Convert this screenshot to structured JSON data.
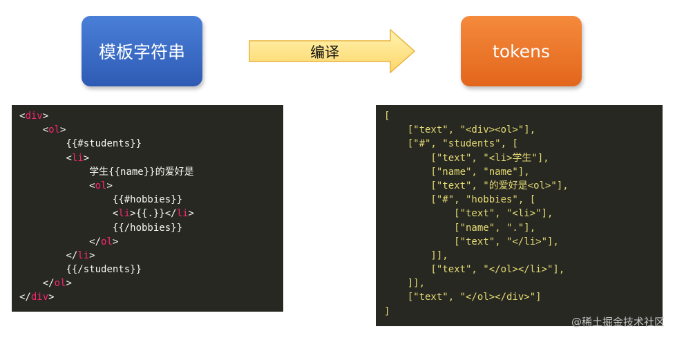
{
  "diagram": {
    "source_box": {
      "label": "模板字符串"
    },
    "target_box": {
      "label": "tokens"
    },
    "arrow": {
      "label": "编译",
      "fill": "#fde48a",
      "stroke": "#e8b23c"
    },
    "colors": {
      "source_box": "#3a6cc6",
      "target_box": "#ec7628",
      "code_background": "#272822",
      "code_tag": "#f92672",
      "code_text": "#f8f8f2",
      "code_string": "#e6db74"
    }
  },
  "template_code": {
    "lines": [
      {
        "indent": "",
        "segments": [
          {
            "text": "<",
            "cls": "plain"
          },
          {
            "text": "div",
            "cls": "tag"
          },
          {
            "text": ">",
            "cls": "plain"
          }
        ]
      },
      {
        "indent": "    ",
        "segments": [
          {
            "text": "<",
            "cls": "plain"
          },
          {
            "text": "ol",
            "cls": "tag"
          },
          {
            "text": ">",
            "cls": "plain"
          }
        ]
      },
      {
        "indent": "        ",
        "segments": [
          {
            "text": "{{#students}}",
            "cls": "plain"
          }
        ]
      },
      {
        "indent": "        ",
        "segments": [
          {
            "text": "<",
            "cls": "plain"
          },
          {
            "text": "li",
            "cls": "tag"
          },
          {
            "text": ">",
            "cls": "plain"
          }
        ]
      },
      {
        "indent": "            ",
        "segments": [
          {
            "text": "学生{{name}}的爱好是",
            "cls": "plain"
          }
        ]
      },
      {
        "indent": "            ",
        "segments": [
          {
            "text": "<",
            "cls": "plain"
          },
          {
            "text": "ol",
            "cls": "tag"
          },
          {
            "text": ">",
            "cls": "plain"
          }
        ]
      },
      {
        "indent": "                ",
        "segments": [
          {
            "text": "{{#hobbies}}",
            "cls": "plain"
          }
        ]
      },
      {
        "indent": "                ",
        "segments": [
          {
            "text": "<",
            "cls": "plain"
          },
          {
            "text": "li",
            "cls": "tag"
          },
          {
            "text": ">{{.}}</",
            "cls": "plain"
          },
          {
            "text": "li",
            "cls": "tag"
          },
          {
            "text": ">",
            "cls": "plain"
          }
        ]
      },
      {
        "indent": "                ",
        "segments": [
          {
            "text": "{{/hobbies}}",
            "cls": "plain"
          }
        ]
      },
      {
        "indent": "            ",
        "segments": [
          {
            "text": "</",
            "cls": "plain"
          },
          {
            "text": "ol",
            "cls": "tag"
          },
          {
            "text": ">",
            "cls": "plain"
          }
        ]
      },
      {
        "indent": "        ",
        "segments": [
          {
            "text": "</",
            "cls": "plain"
          },
          {
            "text": "li",
            "cls": "tag"
          },
          {
            "text": ">",
            "cls": "plain"
          }
        ]
      },
      {
        "indent": "        ",
        "segments": [
          {
            "text": "{{/students}}",
            "cls": "plain"
          }
        ]
      },
      {
        "indent": "    ",
        "segments": [
          {
            "text": "</",
            "cls": "plain"
          },
          {
            "text": "ol",
            "cls": "tag"
          },
          {
            "text": ">",
            "cls": "plain"
          }
        ]
      },
      {
        "indent": "",
        "segments": [
          {
            "text": "</",
            "cls": "plain"
          },
          {
            "text": "div",
            "cls": "tag"
          },
          {
            "text": ">",
            "cls": "plain"
          }
        ]
      }
    ]
  },
  "tokens_code": {
    "lines": [
      "[",
      "    [\"text\", \"<div><ol>\"],",
      "    [\"#\", \"students\", [",
      "        [\"text\", \"<li>学生\"],",
      "        [\"name\", \"name\"],",
      "        [\"text\", \"的爱好是<ol>\"],",
      "        [\"#\", \"hobbies\", [",
      "            [\"text\", \"<li>\"],",
      "            [\"name\", \".\"],",
      "            [\"text\", \"</li>\"],",
      "        ]],",
      "        [\"text\", \"</ol></li>\"],",
      "    ]],",
      "    [\"text\", \"</ol></div>\"]",
      "]"
    ]
  },
  "watermark": "@稀土掘金技术社区"
}
